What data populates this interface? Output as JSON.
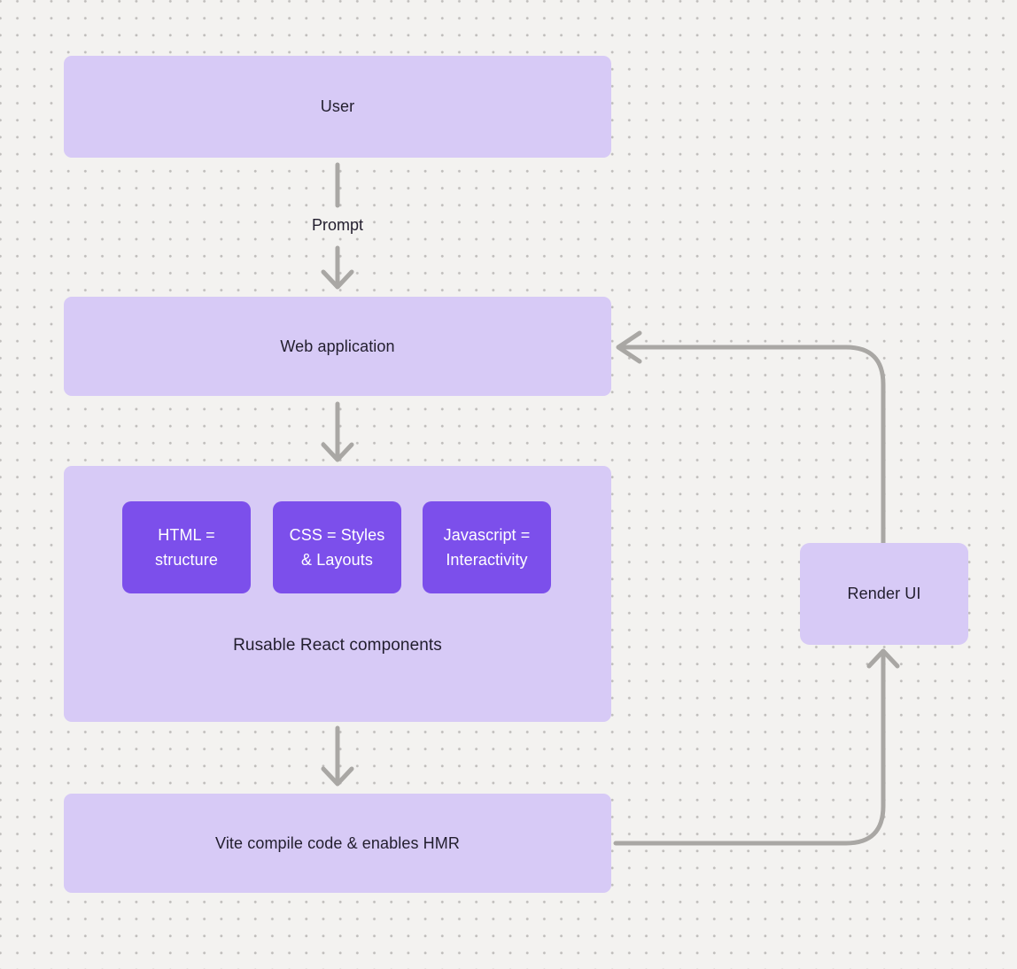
{
  "title": "Web app development flow diagram",
  "colors": {
    "background": "#f3f2f0",
    "dot": "#bfbdbb",
    "node_fill": "#d7caf6",
    "node_text": "#221e2e",
    "accent_fill": "#7c4feb",
    "accent_text": "#ffffff",
    "arrow": "#a9a7a4"
  },
  "nodes": {
    "user": {
      "label": "User"
    },
    "web_application": {
      "label": "Web application"
    },
    "components_group": {
      "caption": "Rusable React components",
      "children": [
        {
          "label": "HTML = structure"
        },
        {
          "label": "CSS = Styles & Layouts"
        },
        {
          "label": "Javascript = Interactivity"
        }
      ]
    },
    "vite": {
      "label": "Vite compile code & enables HMR"
    },
    "render_ui": {
      "label": "Render UI"
    }
  },
  "edges": {
    "user_to_webapp_label": "Prompt"
  }
}
